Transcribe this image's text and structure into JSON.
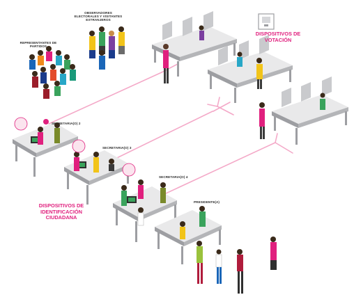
{
  "labels": {
    "observadores": "OBSERVADORES ELECTORALES Y VISITANTES EXTRANJEROS",
    "representantes": "REPRESENTANTES DE PARTIDOS",
    "secretario2": "SECRETARIA(O) 2",
    "secretario3": "SECRETARIA(O) 3",
    "secretario4": "SECRETARIA(O) 4",
    "presidente": "PRESIDENTE(A)",
    "dispositivos_votacion": "DISPOSITIVOS DE VOTACIÓN",
    "dispositivos_identificacion": "DISPOSITIVOS DE IDENTIFICACIÓN CIUDADANA"
  },
  "colors": {
    "accent_pink": "#e0207e",
    "flow_arrow": "#f4a9c8",
    "table_top": "#e9e9ea",
    "table_side": "#9d9ea2",
    "booth_panel": "#c9cacd"
  }
}
